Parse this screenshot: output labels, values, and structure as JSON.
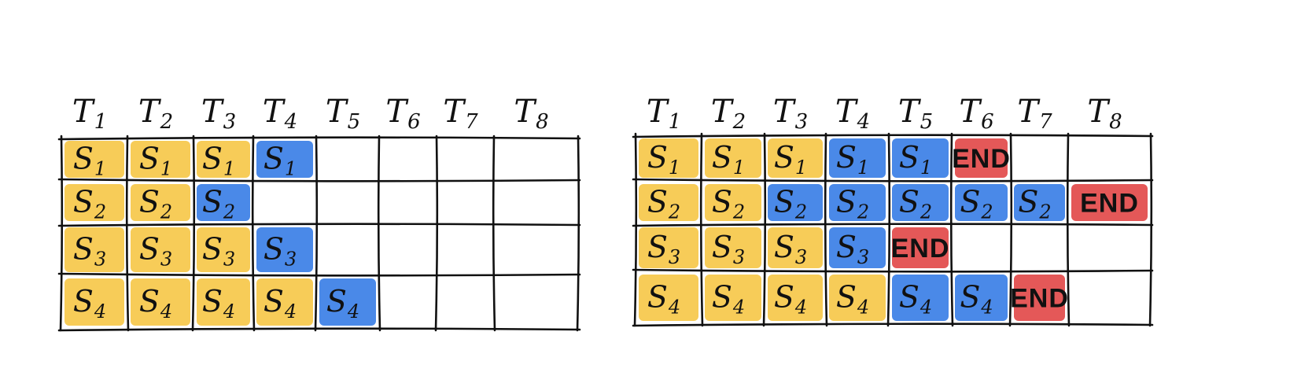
{
  "diagrams": [
    {
      "headers": [
        {
          "main": "T",
          "sub": "1"
        },
        {
          "main": "T",
          "sub": "2"
        },
        {
          "main": "T",
          "sub": "3"
        },
        {
          "main": "T",
          "sub": "4"
        },
        {
          "main": "T",
          "sub": "5"
        },
        {
          "main": "T",
          "sub": "6"
        },
        {
          "main": "T",
          "sub": "7"
        },
        {
          "main": "T",
          "sub": "8"
        }
      ],
      "rows": [
        [
          {
            "main": "S",
            "sub": "1",
            "color": "yellow"
          },
          {
            "main": "S",
            "sub": "1",
            "color": "yellow"
          },
          {
            "main": "S",
            "sub": "1",
            "color": "yellow"
          },
          {
            "main": "S",
            "sub": "1",
            "color": "blue"
          },
          null,
          null,
          null,
          null
        ],
        [
          {
            "main": "S",
            "sub": "2",
            "color": "yellow"
          },
          {
            "main": "S",
            "sub": "2",
            "color": "yellow"
          },
          {
            "main": "S",
            "sub": "2",
            "color": "blue"
          },
          null,
          null,
          null,
          null,
          null
        ],
        [
          {
            "main": "S",
            "sub": "3",
            "color": "yellow"
          },
          {
            "main": "S",
            "sub": "3",
            "color": "yellow"
          },
          {
            "main": "S",
            "sub": "3",
            "color": "yellow"
          },
          {
            "main": "S",
            "sub": "3",
            "color": "blue"
          },
          null,
          null,
          null,
          null
        ],
        [
          {
            "main": "S",
            "sub": "4",
            "color": "yellow"
          },
          {
            "main": "S",
            "sub": "4",
            "color": "yellow"
          },
          {
            "main": "S",
            "sub": "4",
            "color": "yellow"
          },
          {
            "main": "S",
            "sub": "4",
            "color": "yellow"
          },
          {
            "main": "S",
            "sub": "4",
            "color": "blue"
          },
          null,
          null,
          null
        ]
      ]
    },
    {
      "headers": [
        {
          "main": "T",
          "sub": "1"
        },
        {
          "main": "T",
          "sub": "2"
        },
        {
          "main": "T",
          "sub": "3"
        },
        {
          "main": "T",
          "sub": "4"
        },
        {
          "main": "T",
          "sub": "5"
        },
        {
          "main": "T",
          "sub": "6"
        },
        {
          "main": "T",
          "sub": "7"
        },
        {
          "main": "T",
          "sub": "8"
        }
      ],
      "rows": [
        [
          {
            "main": "S",
            "sub": "1",
            "color": "yellow"
          },
          {
            "main": "S",
            "sub": "1",
            "color": "yellow"
          },
          {
            "main": "S",
            "sub": "1",
            "color": "yellow"
          },
          {
            "main": "S",
            "sub": "1",
            "color": "blue"
          },
          {
            "main": "S",
            "sub": "1",
            "color": "blue"
          },
          {
            "main": "END",
            "sub": "",
            "color": "red"
          },
          null,
          null
        ],
        [
          {
            "main": "S",
            "sub": "2",
            "color": "yellow"
          },
          {
            "main": "S",
            "sub": "2",
            "color": "yellow"
          },
          {
            "main": "S",
            "sub": "2",
            "color": "blue"
          },
          {
            "main": "S",
            "sub": "2",
            "color": "blue"
          },
          {
            "main": "S",
            "sub": "2",
            "color": "blue"
          },
          {
            "main": "S",
            "sub": "2",
            "color": "blue"
          },
          {
            "main": "S",
            "sub": "2",
            "color": "blue"
          },
          {
            "main": "END",
            "sub": "",
            "color": "red"
          }
        ],
        [
          {
            "main": "S",
            "sub": "3",
            "color": "yellow"
          },
          {
            "main": "S",
            "sub": "3",
            "color": "yellow"
          },
          {
            "main": "S",
            "sub": "3",
            "color": "yellow"
          },
          {
            "main": "S",
            "sub": "3",
            "color": "blue"
          },
          {
            "main": "END",
            "sub": "",
            "color": "red"
          },
          null,
          null,
          null
        ],
        [
          {
            "main": "S",
            "sub": "4",
            "color": "yellow"
          },
          {
            "main": "S",
            "sub": "4",
            "color": "yellow"
          },
          {
            "main": "S",
            "sub": "4",
            "color": "yellow"
          },
          {
            "main": "S",
            "sub": "4",
            "color": "yellow"
          },
          {
            "main": "S",
            "sub": "4",
            "color": "blue"
          },
          {
            "main": "S",
            "sub": "4",
            "color": "blue"
          },
          {
            "main": "END",
            "sub": "",
            "color": "red"
          },
          null
        ]
      ]
    }
  ],
  "colors": {
    "yellow": "#F6C84A",
    "blue": "#3B7FE6",
    "red": "#E24A4A",
    "ink": "#111111"
  }
}
